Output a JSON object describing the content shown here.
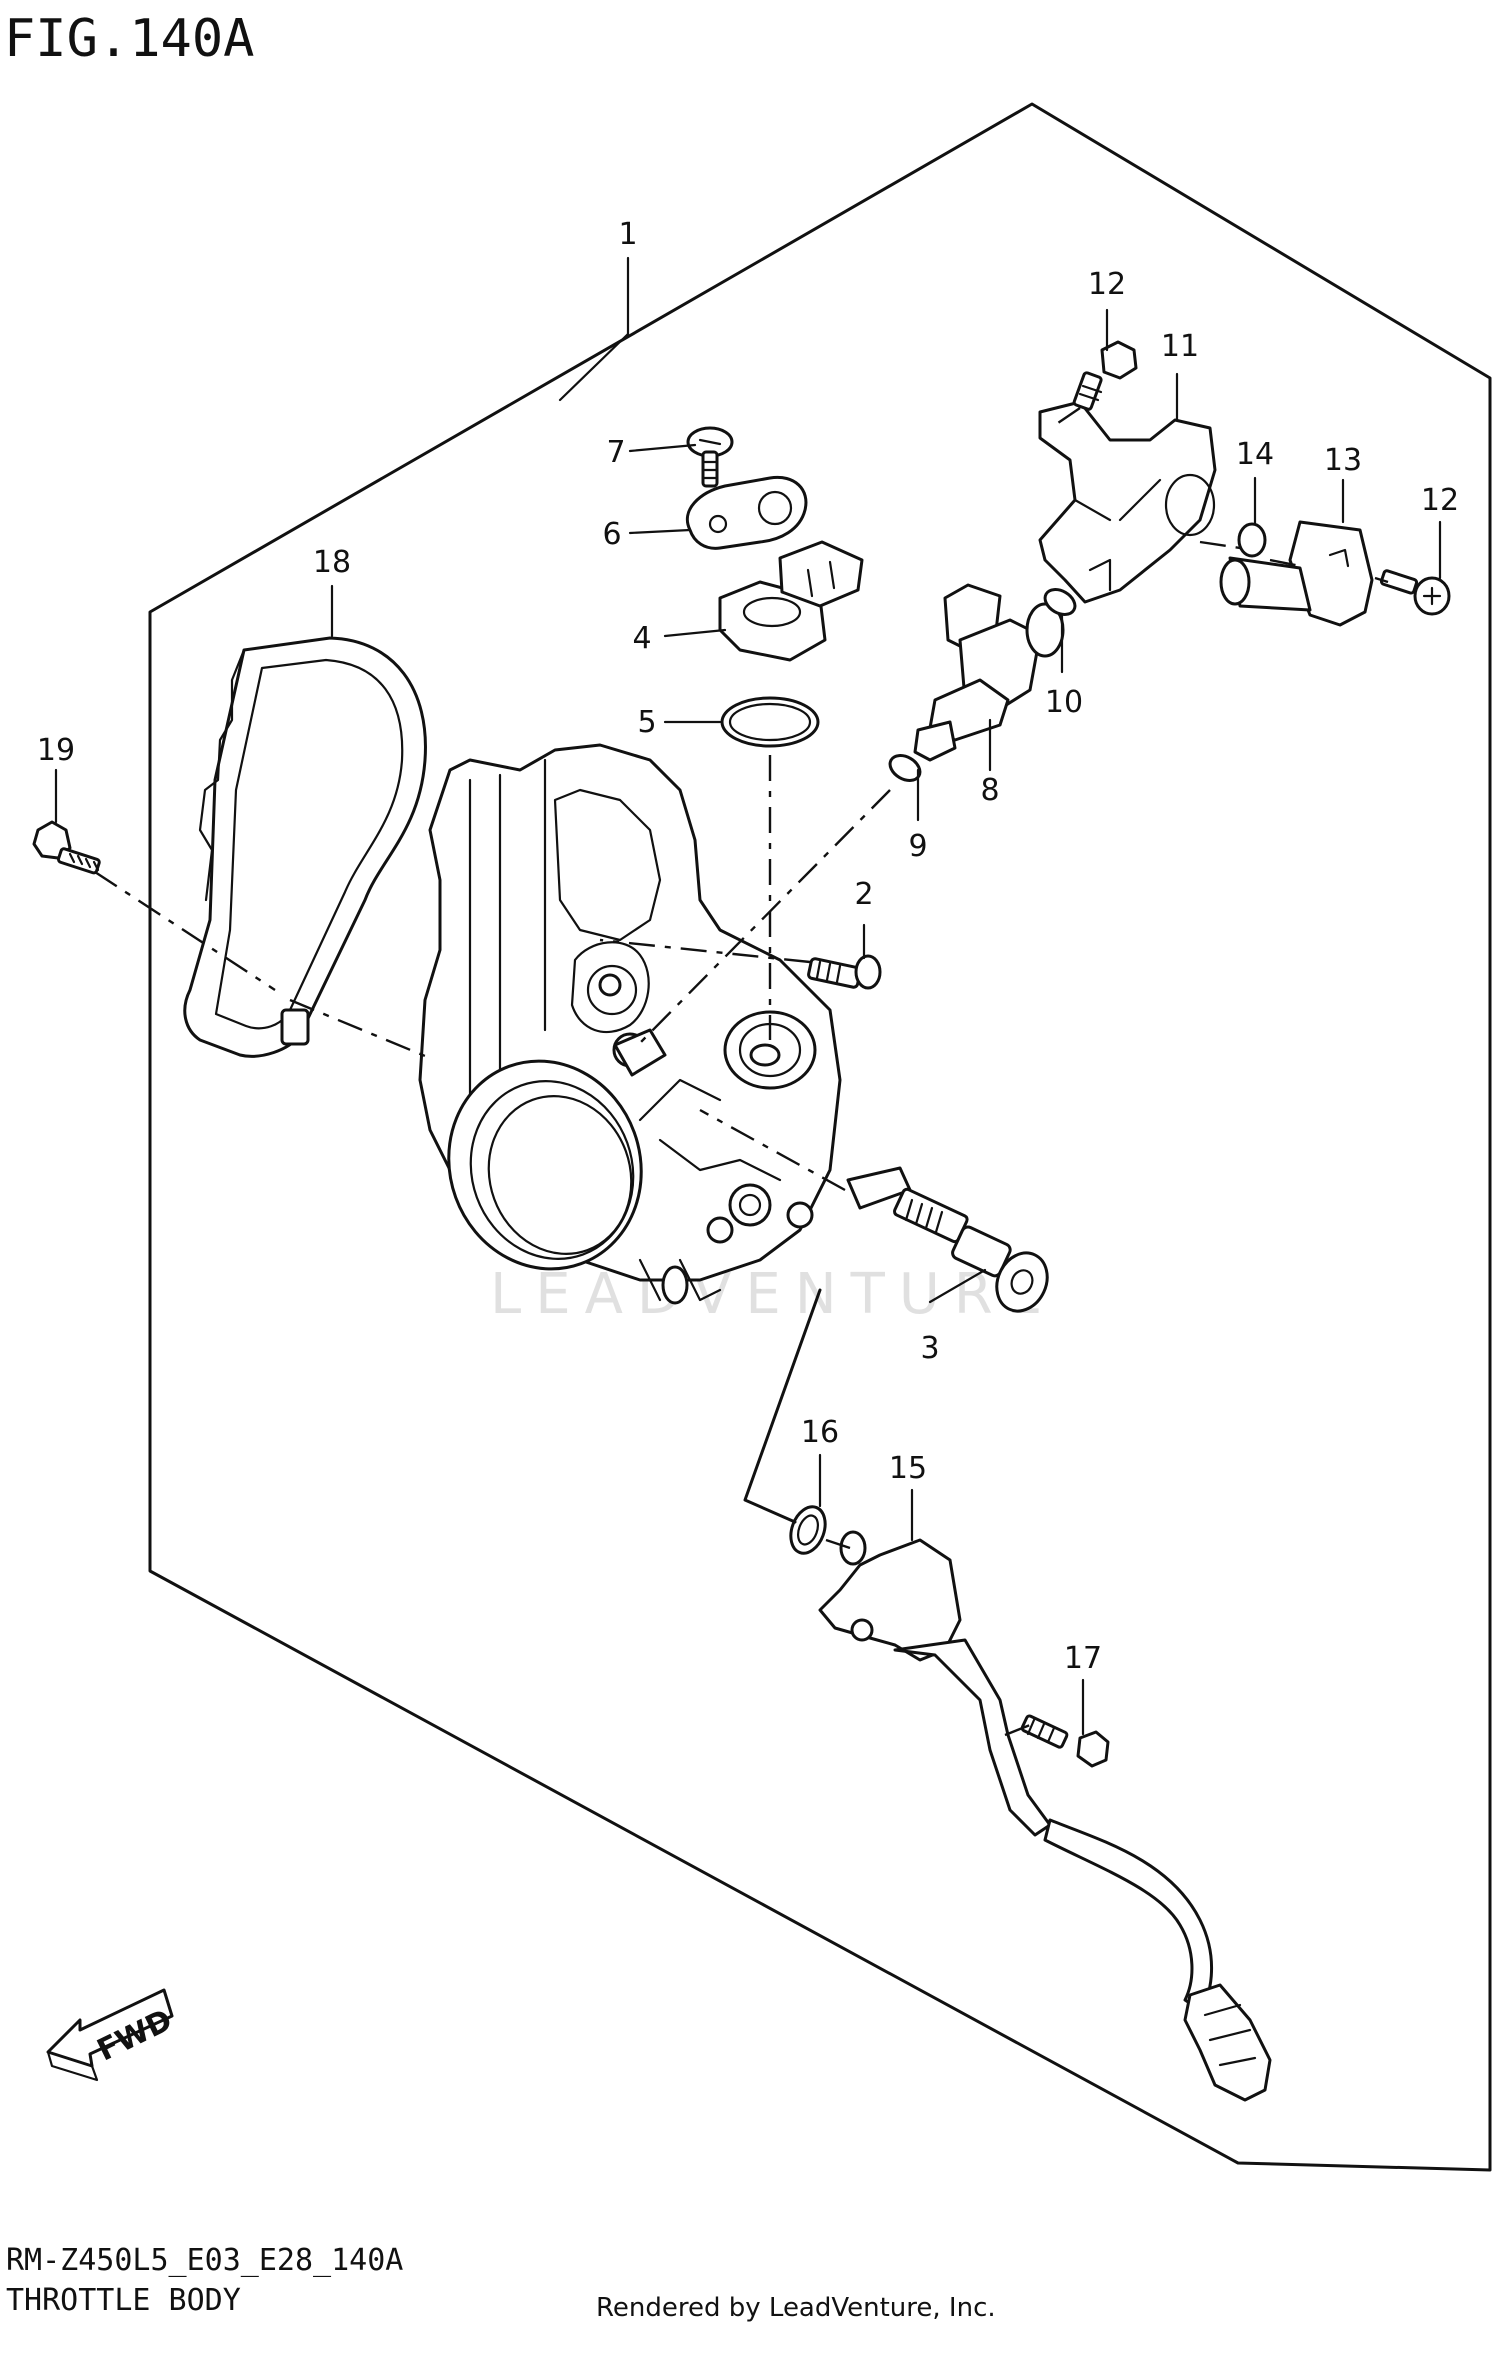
{
  "figure": {
    "title": "FIG.140A",
    "model_code": "RM-Z450L5_E03_E28_140A",
    "caption": "THROTTLE BODY",
    "credit": "Rendered by LeadVenture, Inc.",
    "watermark": "LEADVENTURE",
    "direction_label": "FWD"
  },
  "callouts": [
    {
      "id": "c1",
      "label": "1"
    },
    {
      "id": "c2",
      "label": "2"
    },
    {
      "id": "c3",
      "label": "3"
    },
    {
      "id": "c4",
      "label": "4"
    },
    {
      "id": "c5",
      "label": "5"
    },
    {
      "id": "c6",
      "label": "6"
    },
    {
      "id": "c7",
      "label": "7"
    },
    {
      "id": "c8",
      "label": "8"
    },
    {
      "id": "c9",
      "label": "9"
    },
    {
      "id": "c10",
      "label": "10"
    },
    {
      "id": "c11",
      "label": "11"
    },
    {
      "id": "c12a",
      "label": "12"
    },
    {
      "id": "c12b",
      "label": "12"
    },
    {
      "id": "c13",
      "label": "13"
    },
    {
      "id": "c14",
      "label": "14"
    },
    {
      "id": "c15",
      "label": "15"
    },
    {
      "id": "c16",
      "label": "16"
    },
    {
      "id": "c17",
      "label": "17"
    },
    {
      "id": "c18",
      "label": "18"
    },
    {
      "id": "c19",
      "label": "19"
    }
  ]
}
